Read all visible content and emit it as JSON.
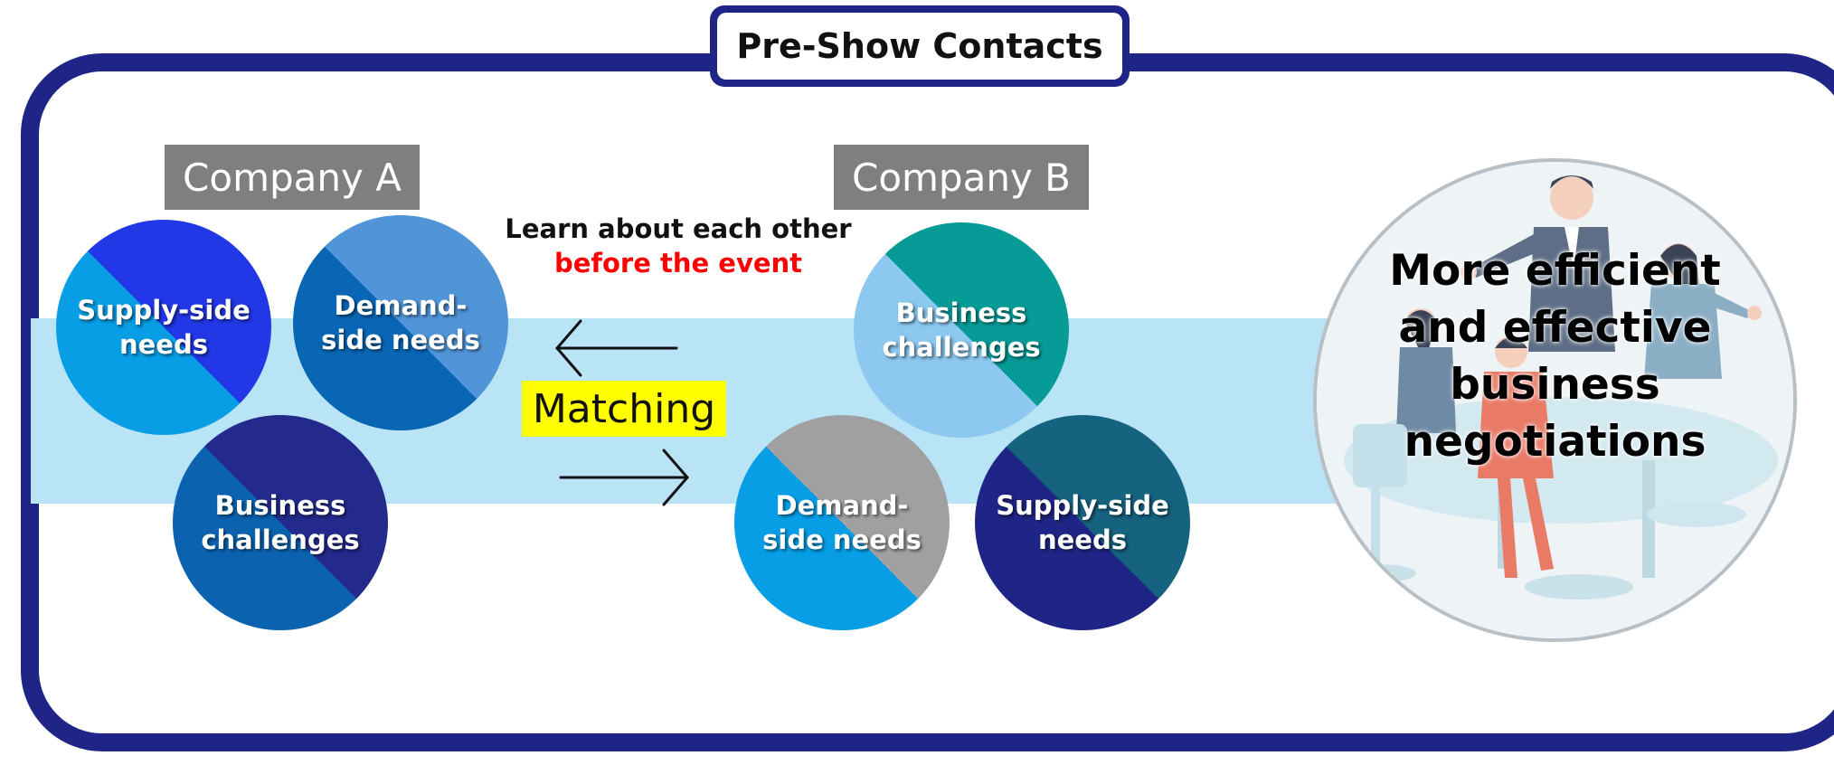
{
  "title": "Pre-Show Contacts",
  "company_a": {
    "label": "Company A",
    "circles": [
      {
        "text": "Supply-side\nneeds",
        "color_light": "#079ee6",
        "color_dark": "#2237e6"
      },
      {
        "text": "Demand-\nside needs",
        "color_light": "#0866b4",
        "color_dark": "#5095d8"
      },
      {
        "text": "Business\nchallenges",
        "color_light": "#0b63b0",
        "color_dark": "#242a8c"
      }
    ]
  },
  "company_b": {
    "label": "Company B",
    "circles": [
      {
        "text": "Business\nchallenges",
        "color_light": "#8cc8ef",
        "color_dark": "#079b97"
      },
      {
        "text": "Demand-\nside needs",
        "color_light": "#079ee6",
        "color_dark": "#a0a0a0"
      },
      {
        "text": "Supply-side\nneeds",
        "color_light": "#1f2586",
        "color_dark": "#16637f"
      }
    ]
  },
  "learn": {
    "line1": "Learn about each other",
    "line2": "before the event"
  },
  "matching": "Matching",
  "result": "More efficient\nand effective\nbusiness\nnegotiations",
  "colors": {
    "frame": "#1f2586",
    "band": "#b9e4f6",
    "highlight": "#ffff00",
    "emphasis": "#ff0000",
    "label_bg": "#7f7f7f"
  }
}
